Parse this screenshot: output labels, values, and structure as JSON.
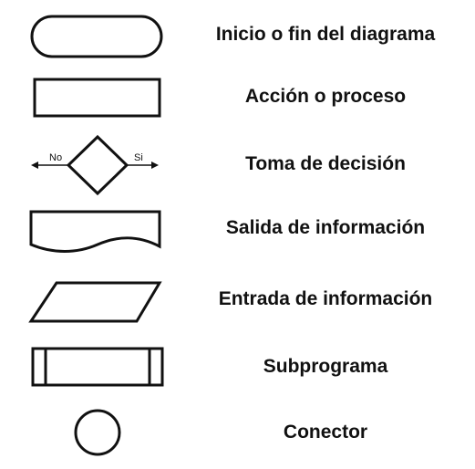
{
  "legend": {
    "items": [
      {
        "symbol": "terminator-pill",
        "label": "Inicio o fin del diagrama"
      },
      {
        "symbol": "process-rectangle",
        "label": "Acción o proceso"
      },
      {
        "symbol": "decision-diamond",
        "label": "Toma de decisión",
        "no_label": "No",
        "yes_label": "Si"
      },
      {
        "symbol": "document-wave",
        "label": "Salida de información"
      },
      {
        "symbol": "data-parallelogram",
        "label": "Entrada de información"
      },
      {
        "symbol": "subprocess-rectangle",
        "label": "Subprograma"
      },
      {
        "symbol": "connector-circle",
        "label": "Conector"
      }
    ]
  },
  "colors": {
    "stroke": "#111111",
    "background": "#ffffff"
  }
}
